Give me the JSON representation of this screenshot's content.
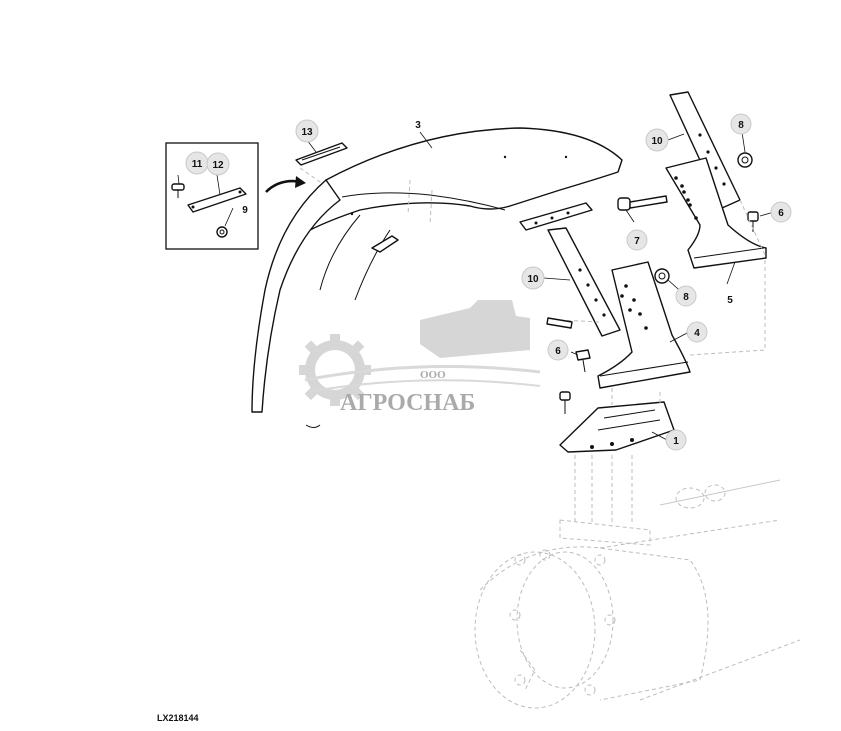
{
  "figure_id": "LX218144",
  "watermark": {
    "prefix": "ООО",
    "name": "АГРОСНАБ"
  },
  "callouts": {
    "c1": "1",
    "c3": "3",
    "c4": "4",
    "c5": "5",
    "c6a": "6",
    "c6b": "6",
    "c7": "7",
    "c8a": "8",
    "c8b": "8",
    "c9": "9",
    "c10a": "10",
    "c10b": "10",
    "c11": "11",
    "c12": "12",
    "c13": "13"
  }
}
